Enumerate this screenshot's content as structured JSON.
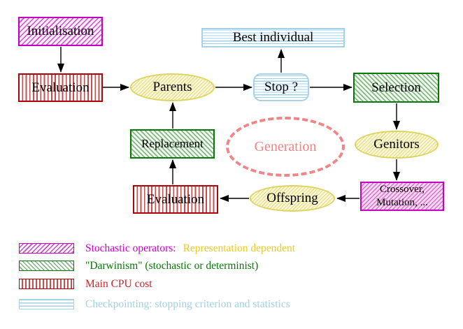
{
  "diagram": {
    "title": "evolutionary-algorithm-cycle",
    "nodes": {
      "initialisation": "Initialisation",
      "evaluation_top": "Evaluation",
      "parents": "Parents",
      "best_individual": "Best individual",
      "stop": "Stop ?",
      "selection": "Selection",
      "replacement": "Replacement",
      "generation": "Generation",
      "genitors": "Genitors",
      "evaluation_bottom": "Evaluation",
      "crossover_line1": "Crossover,",
      "crossover_line2": "Mutation, ...",
      "offspring": "Offspring"
    },
    "arrows": [
      "initialisation->evaluation_top",
      "evaluation_top->parents",
      "parents->stop",
      "stop->best_individual",
      "stop->selection",
      "selection->genitors",
      "genitors->crossover",
      "crossover->offspring",
      "offspring->evaluation_bottom",
      "evaluation_bottom->replacement",
      "replacement->parents"
    ]
  },
  "legend": {
    "items": [
      {
        "pattern": "magenta-diagonal-hatch",
        "label": "Stochastic operators:",
        "label2": "Representation dependent",
        "color": "#cc00cc",
        "color2": "#eec920"
      },
      {
        "pattern": "green-diagonal-hatch",
        "label": "\"Darwinism\" (stochastic or determinist)",
        "color": "#067806"
      },
      {
        "pattern": "red-vertical-stripes",
        "label": "Main CPU cost",
        "color": "#cc2229"
      },
      {
        "pattern": "cyan-horizontal-stripes",
        "label": "Checkpointing: stopping criterion and statistics",
        "color": "#9fd0e8"
      }
    ]
  },
  "colors": {
    "magenta": "#cc00cc",
    "green": "#067806",
    "red": "#ad0509",
    "cyan": "#a5d2e8",
    "yellow": "#ddd45e",
    "salmon": "#f08486",
    "arrow": "#000000"
  }
}
